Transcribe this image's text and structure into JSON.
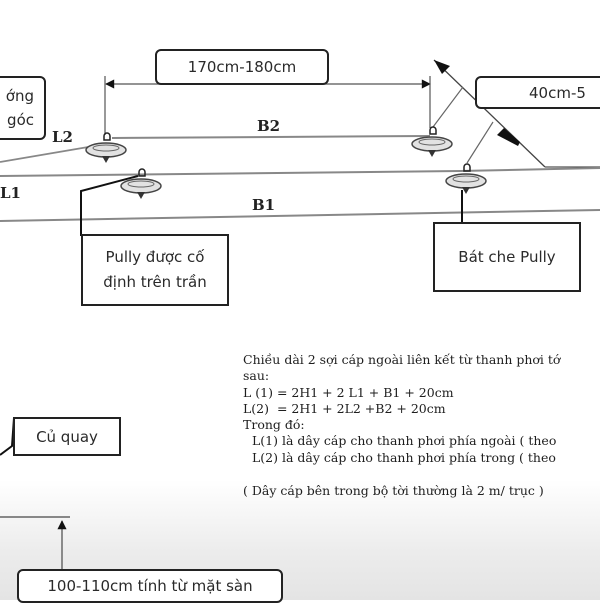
{
  "boxes": {
    "top_left_line1": "ớng",
    "top_left_line2": "góc",
    "span_170": "170cm-180cm",
    "span_40": "40cm-5",
    "pulley_fixed_line1": "Pully được cố",
    "pulley_fixed_line2": "định trên trần",
    "pulley_cover": "Bát che Pully",
    "crank": "Củ quay",
    "height_floor": "100-110cm tính từ mặt sàn"
  },
  "labels": {
    "l2": "L2",
    "b2": "B2",
    "l1": "L1",
    "b1": "B1"
  },
  "notes": {
    "line1": "Chiều dài 2 sợi cáp ngoài liên kết từ thanh phơi tớ",
    "line2": "sau:",
    "formula1": "L (1) = 2H1 + 2 L1 + B1 + 20cm",
    "formula2": "L(2)  = 2H1 + 2L2 +B2 + 20cm",
    "where": "Trong đó:",
    "def1": "L(1) là dây cáp cho thanh phơi phía ngoài ( theo",
    "def2": "L(2) là dây cáp cho thanh phơi phía trong ( theo",
    "footnote": "( Dây cáp bên trong bộ tời thường là 2 m/ trục )"
  },
  "colors": {
    "line": "#222222",
    "cable": "#777777",
    "background": "#ffffff"
  }
}
